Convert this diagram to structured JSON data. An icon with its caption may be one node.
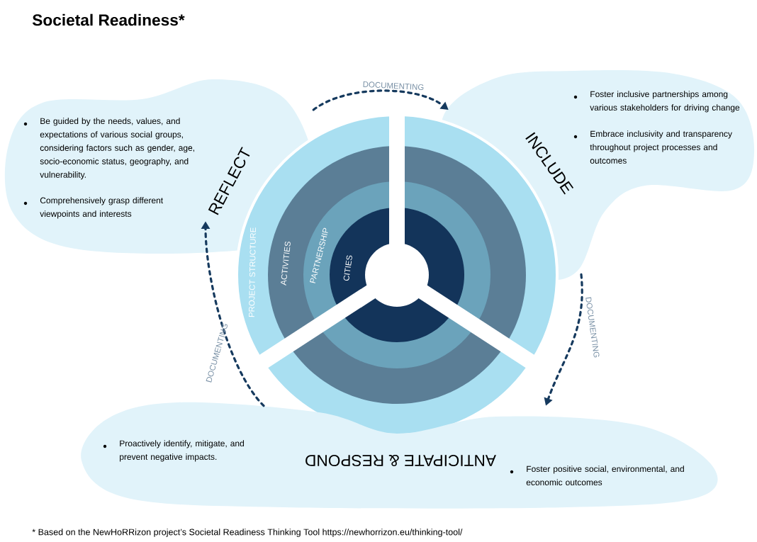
{
  "diagram": {
    "title": "Societal Readiness*",
    "caption": "* Based on the NewHoRRizon project’s Societal Readiness Thinking Tool https://newhorrizon.eu/thinking-tool/",
    "nodes": [
      {
        "text": [
          "REFLECT",
          "Be guided by the needs, values, and expectations of various social groups, considering factors such as gender, age, socio-economic status, geography, and vulnerability.",
          "Comprehensively grasp different viewpoints and interests"
        ]
      },
      {
        "text": [
          "INCLUDE",
          "Foster inclusive partnerships among various stakeholders for driving change",
          "Embrace inclusivity and transparency throughout project processes and outcomes"
        ]
      },
      {
        "text": [
          "PROJECT STRUCTURE"
        ]
      },
      {
        "text": [
          "ACTIVITIES"
        ],
        "in": 2
      },
      {
        "text": [
          "PARTNERSHIP"
        ],
        "in": 3
      },
      {
        "text": [
          "CITIES"
        ],
        "in": 4
      },
      {
        "text": [
          "ANTICIPATE & RESPOND",
          "Proactively identify, mitigate, and prevent negative impacts.",
          "Foster positive social, environmental, and economic outcomes"
        ]
      }
    ],
    "edges": [
      {
        "from": 0,
        "to": 1,
        "arrow": "to",
        "label": "DOCUMENTING",
        "style": "dashed"
      },
      {
        "from": 1,
        "to": 6,
        "arrow": "to",
        "label": "DOCUMENTING",
        "style": "dashed"
      },
      {
        "from": 6,
        "to": 0,
        "arrow": "to",
        "label": "DOCUMENTING",
        "style": "dashed"
      }
    ]
  }
}
